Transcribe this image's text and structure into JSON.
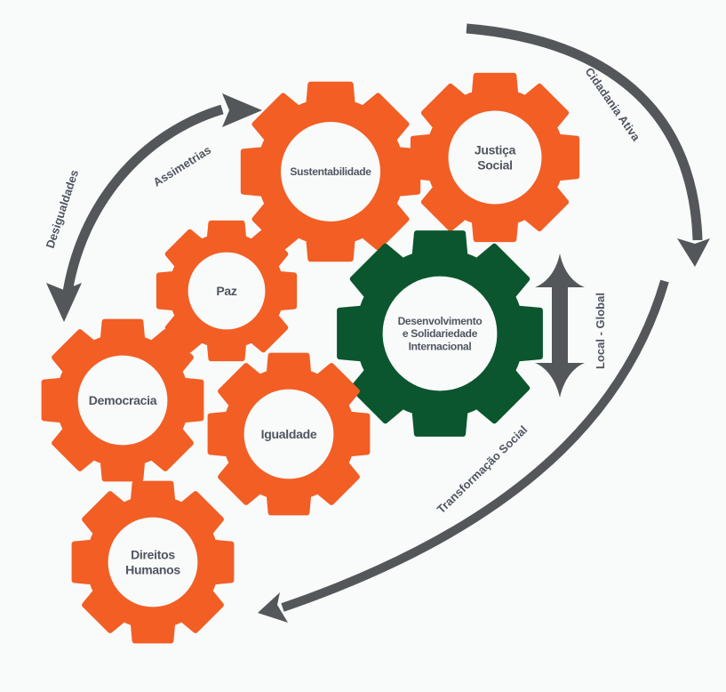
{
  "diagram": {
    "type": "gear-concept-diagram",
    "colors": {
      "background": "#f9fafa",
      "gear_orange": "#f25e24",
      "gear_green": "#0b562e",
      "arrow_gray": "#54575a",
      "text_gray": "#4f5660"
    },
    "gears": [
      {
        "id": "sustentabilidade",
        "lines": [
          "Sustentabilidade"
        ],
        "color": "orange"
      },
      {
        "id": "justica-social",
        "lines": [
          "Justiça",
          "Social"
        ],
        "color": "orange"
      },
      {
        "id": "paz",
        "lines": [
          "Paz"
        ],
        "color": "orange"
      },
      {
        "id": "desenvolvimento",
        "lines": [
          "Desenvolvimento",
          "e Solidariedade",
          "Internacional"
        ],
        "color": "green"
      },
      {
        "id": "democracia",
        "lines": [
          "Democracia"
        ],
        "color": "orange"
      },
      {
        "id": "igualdade",
        "lines": [
          "Igualdade"
        ],
        "color": "orange"
      },
      {
        "id": "direitos-humanos",
        "lines": [
          "Direitos",
          "Humanos"
        ],
        "color": "orange"
      }
    ],
    "arrows": [
      {
        "id": "assimetrias-desigualdades",
        "labels": [
          "Desigualdades",
          "Assimetrias"
        ],
        "direction": "bidirectional"
      },
      {
        "id": "cidadania-ativa",
        "labels": [
          "Cidadania Ativa"
        ],
        "direction": "clockwise-down"
      },
      {
        "id": "local-global",
        "labels": [
          "Local - Global"
        ],
        "direction": "bidirectional-vertical"
      },
      {
        "id": "transformacao-social",
        "labels": [
          "Transformação Social"
        ],
        "direction": "down-left"
      }
    ]
  }
}
